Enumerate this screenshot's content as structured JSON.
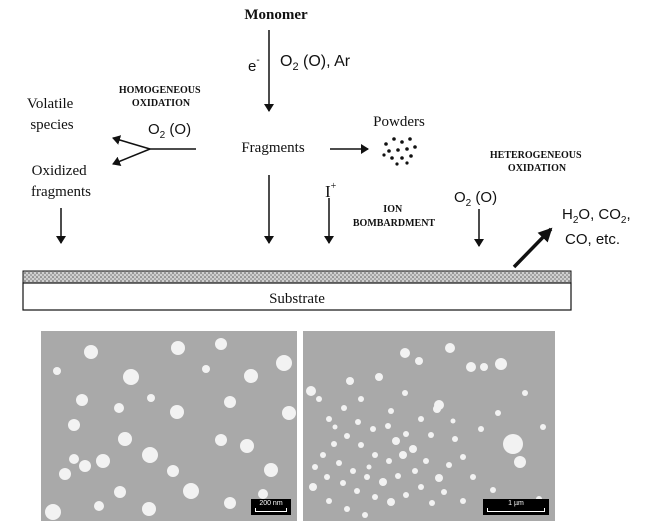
{
  "diagram": {
    "monomer": "Monomer",
    "electron": "e",
    "electron_sup": "-",
    "plasma_gas_o2": "O",
    "plasma_gas_o2_sub": "2",
    "plasma_gas_rest": " (O),  Ar",
    "homogeneous_line1": "HOMOGENEOUS",
    "homogeneous_line2": "OXIDATION",
    "volatile_line1": "Volatile",
    "volatile_line2": "species",
    "oxidized_line1": "Oxidized",
    "oxidized_line2": "fragments",
    "homog_o2": "O",
    "homog_o2_sub": "2",
    "homog_o2_rest": " (O)",
    "fragments": "Fragments",
    "powders": "Powders",
    "heterogeneous_line1": "HETEROGENEOUS",
    "heterogeneous_line2": "OXIDATION",
    "ion": "I",
    "ion_sup": "+",
    "ion_bombardment_line1": "ION",
    "ion_bombardment_line2": "BOMBARDMENT",
    "heterog_o2": "O",
    "heterog_o2_sub": "2",
    "heterog_o2_rest": " (O)",
    "products_line1_a": "H",
    "products_line1_b": "2",
    "products_line1_c": "O, CO",
    "products_line1_d": "2",
    "products_line1_e": ",",
    "products_line2": "CO, etc.",
    "substrate": "Substrate"
  },
  "micrographs": {
    "left_scale": "200 nm",
    "right_scale": "1 µm"
  },
  "colors": {
    "background": "#ffffff",
    "ink": "#111111",
    "sem_background": "#a9a9a9",
    "sem_particle": "#f4f4f4",
    "scalebar": "#000000"
  }
}
